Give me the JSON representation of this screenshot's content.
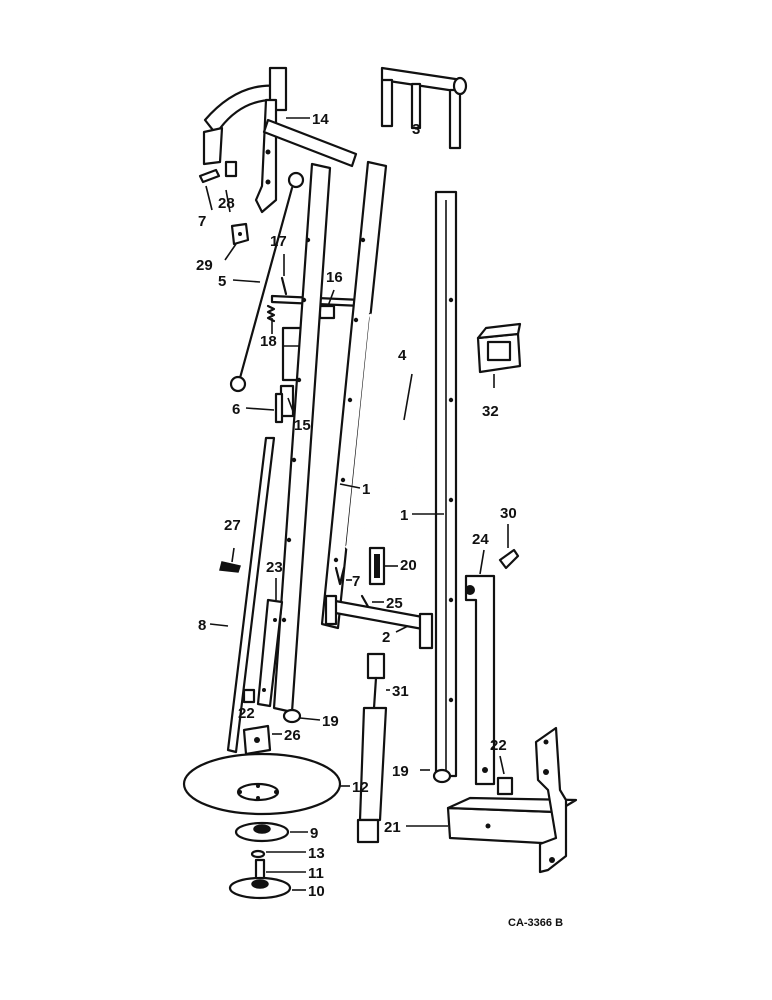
{
  "diagram": {
    "reference_code": "CA-3366 B",
    "callouts": {
      "c1a": "1",
      "c1b": "1",
      "c2": "2",
      "c3": "3",
      "c4": "4",
      "c5": "5",
      "c6": "6",
      "c7a": "7",
      "c7b": "7",
      "c8": "8",
      "c9": "9",
      "c10": "10",
      "c11": "11",
      "c12": "12",
      "c13": "13",
      "c14": "14",
      "c15": "15",
      "c16": "16",
      "c17": "17",
      "c18": "18",
      "c19a": "19",
      "c19b": "19",
      "c20": "20",
      "c21": "21",
      "c22a": "22",
      "c22b": "22",
      "c23": "23",
      "c24": "24",
      "c25": "25",
      "c26": "26",
      "c27": "27",
      "c28": "28",
      "c29": "29",
      "c30": "30",
      "c31": "31",
      "c32": "32"
    }
  }
}
